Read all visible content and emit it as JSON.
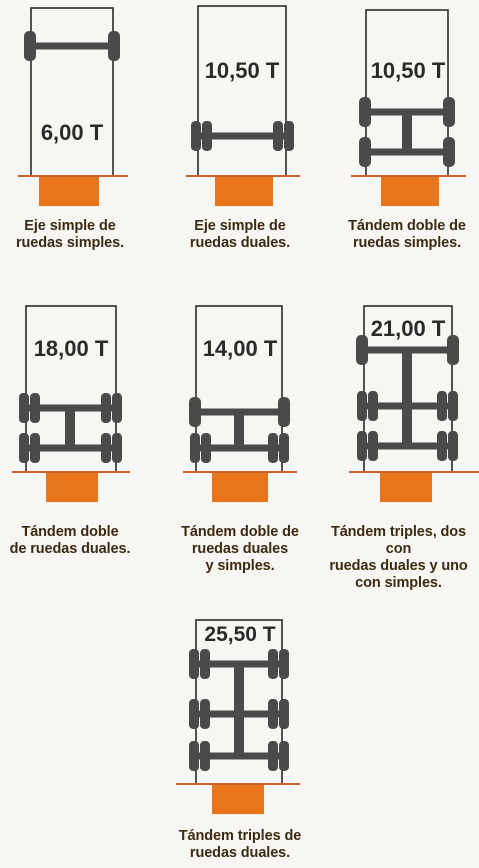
{
  "diagrams": [
    {
      "load": "6,00 T",
      "caption": "Eje simple de\nruedas simples."
    },
    {
      "load": "10,50 T",
      "caption": "Eje simple de\nruedas duales."
    },
    {
      "load": "10,50 T",
      "caption": "Tándem doble de\nruedas simples."
    },
    {
      "load": "18,00 T",
      "caption": "Tándem doble\nde ruedas duales."
    },
    {
      "load": "14,00 T",
      "caption": "Tándem doble de\nruedas duales\ny simples."
    },
    {
      "load": "21,00 T",
      "caption": "Tándem triples, dos con\nruedas duales y uno\ncon simples."
    },
    {
      "load": "25,50 T",
      "caption": "Tándem triples de\nruedas duales."
    }
  ],
  "colors": {
    "frame": "#2b2b2b",
    "axle": "#4a4a4a",
    "pad": "#e8751a",
    "ground": "#c9612a",
    "caption": "#3d2a12"
  }
}
